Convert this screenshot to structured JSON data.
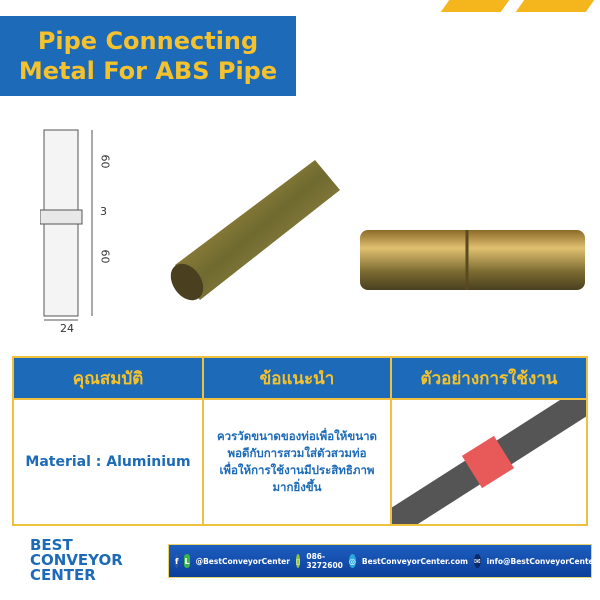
{
  "header": {
    "title_line1": "Pipe Connecting",
    "title_line2": "Metal For ABS Pipe"
  },
  "diagram": {
    "dim_top": "60",
    "dim_mid": "3",
    "dim_bottom": "60",
    "dim_width": "24"
  },
  "table": {
    "headers": [
      "คุณสมบัติ",
      "ข้อแนะนำ",
      "ตัวอย่างการใช้งาน"
    ],
    "property": "Material : Aluminium",
    "advice": [
      "ควรวัดขนาดของท่อเพื่อให้ขนาด",
      "พอดีกับการสวมใส่ตัวสวมท่อ",
      "เพื่อให้การใช้งานมีประสิทธิภาพ",
      "มากยิ่งขึ้น"
    ]
  },
  "footer": {
    "logo": "BEST CONVEYOR CENTER",
    "social": "@BestConveyorCenter",
    "phone": "086-3272600",
    "website": "BestConveyorCenter.com",
    "email": "info@BestConveyorCenter.com"
  },
  "colors": {
    "brand_blue": "#1d6bb8",
    "accent_yellow": "#f5c12c"
  }
}
